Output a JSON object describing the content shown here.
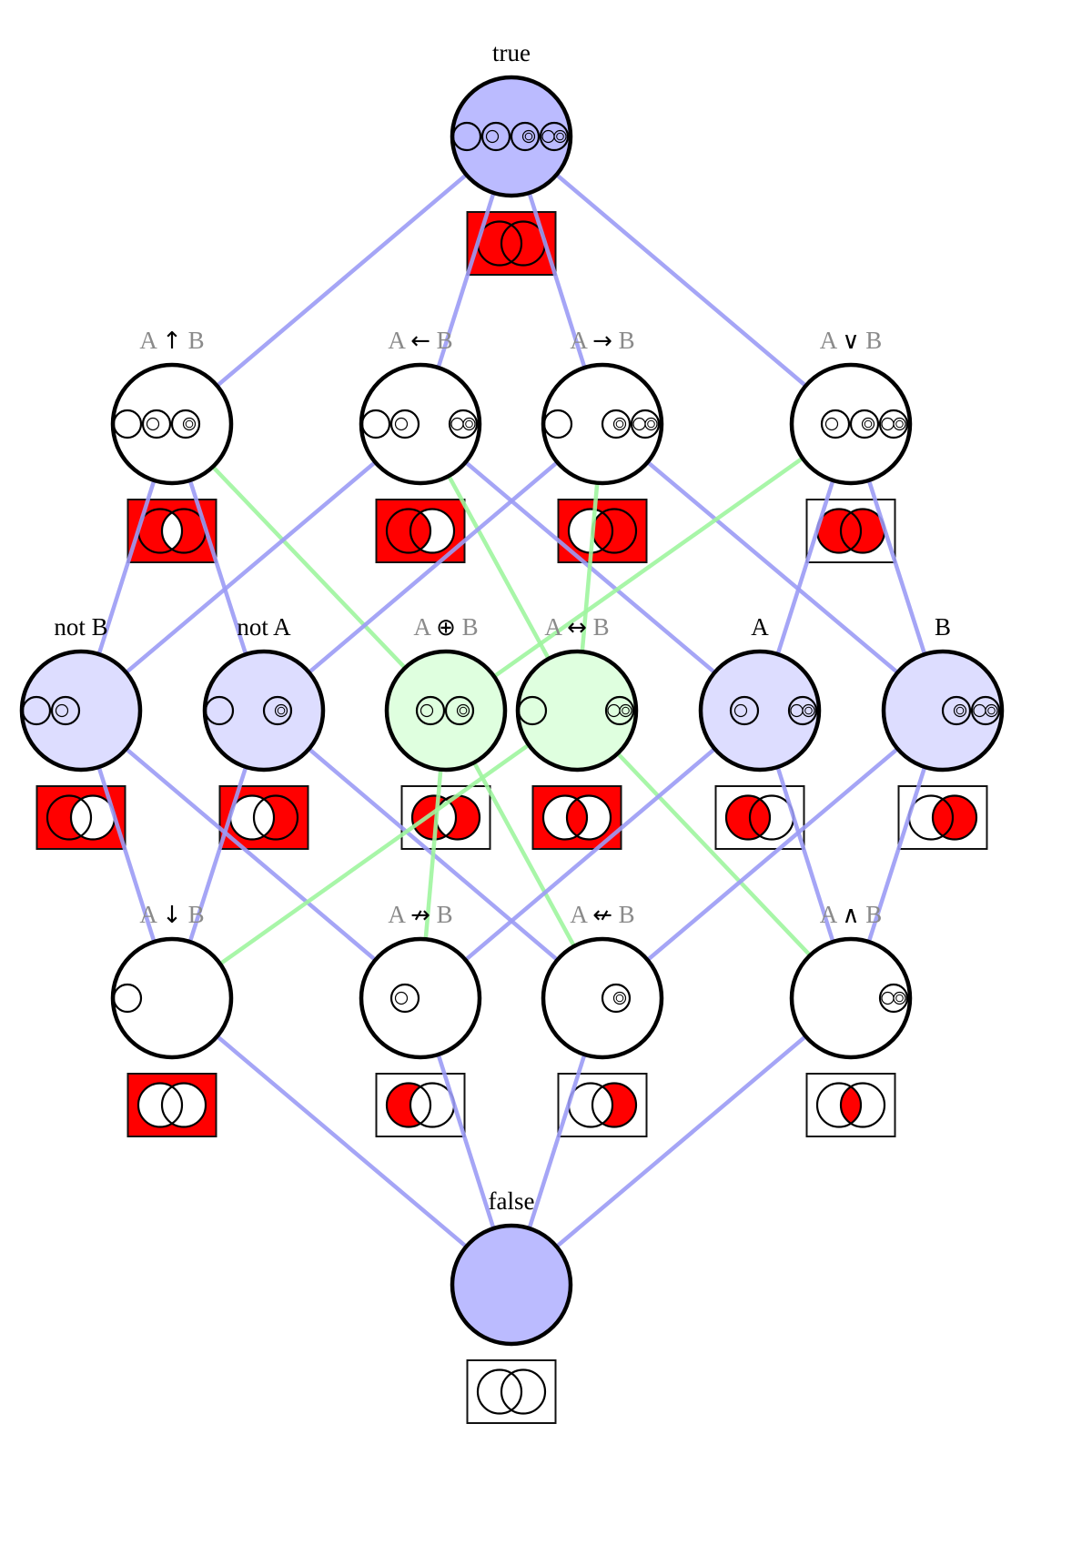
{
  "title": "Lattice of binary Boolean functions",
  "colors": {
    "edge_blue": "#9b9bf5",
    "edge_green": "#9ff59f",
    "fill_top_bottom": "#bbbbff",
    "fill_literal": "#ddddff",
    "fill_xor_iff": "#dfffdf",
    "fill_plain": "#ffffff",
    "venn_red": "#ff0000",
    "stroke": "#000000"
  },
  "truth_rows": [
    "A=0,B=0",
    "A=1,B=0",
    "A=0,B=1",
    "A=1,B=1"
  ],
  "nodes": [
    {
      "id": "true",
      "rank": 0,
      "col": "top",
      "label_plain": "true",
      "fill": "fill_top_bottom",
      "rows": [
        0,
        1,
        2,
        3
      ],
      "venn": {
        "outside": true,
        "a_only": true,
        "both": true,
        "b_only": true
      }
    },
    {
      "id": "nand",
      "rank": 1,
      "col": "c1",
      "label_a": "A",
      "label_op": "↑",
      "label_b": "B",
      "fill": "fill_plain",
      "rows": [
        0,
        1,
        2
      ],
      "venn": {
        "outside": true,
        "a_only": true,
        "both": false,
        "b_only": true
      }
    },
    {
      "id": "conv",
      "rank": 1,
      "col": "c2",
      "label_a": "A",
      "label_op": "←",
      "label_b": "B",
      "fill": "fill_plain",
      "rows": [
        0,
        1,
        3
      ],
      "venn": {
        "outside": true,
        "a_only": true,
        "both": true,
        "b_only": false
      }
    },
    {
      "id": "impl",
      "rank": 1,
      "col": "c3",
      "label_a": "A",
      "label_op": "→",
      "label_b": "B",
      "fill": "fill_plain",
      "rows": [
        0,
        2,
        3
      ],
      "venn": {
        "outside": true,
        "a_only": false,
        "both": true,
        "b_only": true
      }
    },
    {
      "id": "or",
      "rank": 1,
      "col": "c4",
      "label_a": "A",
      "label_op": "∨",
      "label_b": "B",
      "fill": "fill_plain",
      "rows": [
        1,
        2,
        3
      ],
      "venn": {
        "outside": false,
        "a_only": true,
        "both": true,
        "b_only": true
      }
    },
    {
      "id": "notb",
      "rank": 2,
      "col": "d1",
      "label_plain": "not B",
      "fill": "fill_literal",
      "rows": [
        0,
        1
      ],
      "venn": {
        "outside": true,
        "a_only": true,
        "both": false,
        "b_only": false
      }
    },
    {
      "id": "nota",
      "rank": 2,
      "col": "d2",
      "label_plain": "not A",
      "fill": "fill_literal",
      "rows": [
        0,
        2
      ],
      "venn": {
        "outside": true,
        "a_only": false,
        "both": false,
        "b_only": true
      }
    },
    {
      "id": "xor",
      "rank": 2,
      "col": "d3",
      "label_a": "A",
      "label_op": "⊕",
      "label_b": "B",
      "fill": "fill_xor_iff",
      "rows": [
        1,
        2
      ],
      "venn": {
        "outside": false,
        "a_only": true,
        "both": false,
        "b_only": true
      }
    },
    {
      "id": "iff",
      "rank": 2,
      "col": "d4",
      "label_a": "A",
      "label_op": "↔",
      "label_b": "B",
      "fill": "fill_xor_iff",
      "rows": [
        0,
        3
      ],
      "venn": {
        "outside": true,
        "a_only": false,
        "both": true,
        "b_only": false
      }
    },
    {
      "id": "a",
      "rank": 2,
      "col": "d5",
      "label_plain": "A",
      "fill": "fill_literal",
      "rows": [
        1,
        3
      ],
      "venn": {
        "outside": false,
        "a_only": true,
        "both": true,
        "b_only": false
      }
    },
    {
      "id": "b",
      "rank": 2,
      "col": "d6",
      "label_plain": "B",
      "fill": "fill_literal",
      "rows": [
        2,
        3
      ],
      "venn": {
        "outside": false,
        "a_only": false,
        "both": true,
        "b_only": true
      }
    },
    {
      "id": "nor",
      "rank": 3,
      "col": "c1",
      "label_a": "A",
      "label_op": "↓",
      "label_b": "B",
      "fill": "fill_plain",
      "rows": [
        0
      ],
      "venn": {
        "outside": true,
        "a_only": false,
        "both": false,
        "b_only": false
      }
    },
    {
      "id": "nimpl",
      "rank": 3,
      "col": "c2",
      "label_a": "A",
      "label_op": "↛",
      "label_b": "B",
      "fill": "fill_plain",
      "rows": [
        1
      ],
      "venn": {
        "outside": false,
        "a_only": true,
        "both": false,
        "b_only": false
      }
    },
    {
      "id": "nconv",
      "rank": 3,
      "col": "c3",
      "label_a": "A",
      "label_op": "↚",
      "label_b": "B",
      "fill": "fill_plain",
      "rows": [
        2
      ],
      "venn": {
        "outside": false,
        "a_only": false,
        "both": false,
        "b_only": true
      }
    },
    {
      "id": "and",
      "rank": 3,
      "col": "c4",
      "label_a": "A",
      "label_op": "∧",
      "label_b": "B",
      "fill": "fill_plain",
      "rows": [
        3
      ],
      "venn": {
        "outside": false,
        "a_only": false,
        "both": true,
        "b_only": false
      }
    },
    {
      "id": "false",
      "rank": 4,
      "col": "top",
      "label_plain": "false",
      "fill": "fill_top_bottom",
      "rows": [],
      "venn": {
        "outside": false,
        "a_only": false,
        "both": false,
        "b_only": false
      }
    }
  ],
  "edges": [
    {
      "from": "true",
      "to": "nand",
      "kind": "blue"
    },
    {
      "from": "true",
      "to": "conv",
      "kind": "blue"
    },
    {
      "from": "true",
      "to": "impl",
      "kind": "blue"
    },
    {
      "from": "true",
      "to": "or",
      "kind": "blue"
    },
    {
      "from": "nand",
      "to": "notb",
      "kind": "blue"
    },
    {
      "from": "nand",
      "to": "nota",
      "kind": "blue"
    },
    {
      "from": "nand",
      "to": "xor",
      "kind": "green"
    },
    {
      "from": "conv",
      "to": "notb",
      "kind": "blue"
    },
    {
      "from": "conv",
      "to": "iff",
      "kind": "green"
    },
    {
      "from": "conv",
      "to": "a",
      "kind": "blue"
    },
    {
      "from": "impl",
      "to": "nota",
      "kind": "blue"
    },
    {
      "from": "impl",
      "to": "iff",
      "kind": "green"
    },
    {
      "from": "impl",
      "to": "b",
      "kind": "blue"
    },
    {
      "from": "or",
      "to": "xor",
      "kind": "green"
    },
    {
      "from": "or",
      "to": "a",
      "kind": "blue"
    },
    {
      "from": "or",
      "to": "b",
      "kind": "blue"
    },
    {
      "from": "notb",
      "to": "nor",
      "kind": "blue"
    },
    {
      "from": "notb",
      "to": "nimpl",
      "kind": "blue"
    },
    {
      "from": "nota",
      "to": "nor",
      "kind": "blue"
    },
    {
      "from": "nota",
      "to": "nconv",
      "kind": "blue"
    },
    {
      "from": "xor",
      "to": "nimpl",
      "kind": "green"
    },
    {
      "from": "xor",
      "to": "nconv",
      "kind": "green"
    },
    {
      "from": "iff",
      "to": "nor",
      "kind": "green"
    },
    {
      "from": "iff",
      "to": "and",
      "kind": "green"
    },
    {
      "from": "a",
      "to": "nimpl",
      "kind": "blue"
    },
    {
      "from": "a",
      "to": "and",
      "kind": "blue"
    },
    {
      "from": "b",
      "to": "nconv",
      "kind": "blue"
    },
    {
      "from": "b",
      "to": "and",
      "kind": "blue"
    },
    {
      "from": "nor",
      "to": "false",
      "kind": "blue"
    },
    {
      "from": "nimpl",
      "to": "false",
      "kind": "blue"
    },
    {
      "from": "nconv",
      "to": "false",
      "kind": "blue"
    },
    {
      "from": "and",
      "to": "false",
      "kind": "blue"
    }
  ]
}
